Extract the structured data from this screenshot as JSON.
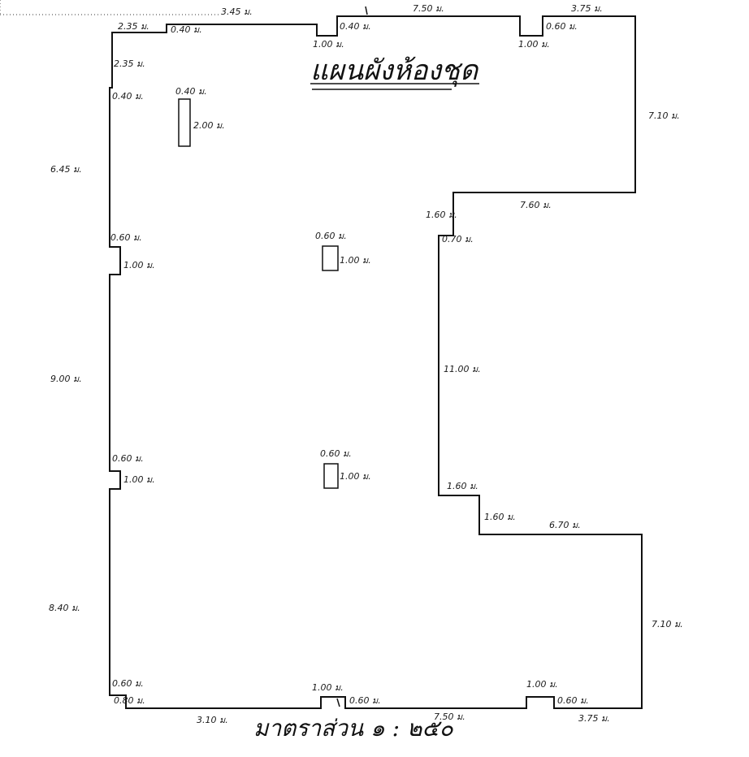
{
  "title": "แผนผังห้องชุด",
  "scale_label": "มาตราส่วน ๑ : ๒๕๐",
  "dimensions": {
    "top_a": "2.35 ม.",
    "top_b": "0.40 ม.",
    "top_c": "3.45 ม.",
    "top_d": "1.00 ม.",
    "top_e": "0.40 ม.",
    "top_f": "7.50 ม.",
    "top_g": "1.00 ม.",
    "top_h": "0.60 ม.",
    "top_i": "3.75 ม.",
    "left_a": "2.35 ม.",
    "left_b": "0.40 ม.",
    "left_c": "6.45 ม.",
    "left_d": "0.60 ม.",
    "left_e": "1.00 ม.",
    "left_f": "9.00 ม.",
    "left_g": "0.60 ม.",
    "left_h": "1.00 ม.",
    "left_i": "8.40 ม.",
    "left_j": "0.60 ม.",
    "left_k": "0.80 ม.",
    "col1_w": "0.40 ม.",
    "col1_h": "2.00 ม.",
    "col2_w": "0.60 ม.",
    "col2_h": "1.00 ม.",
    "col3_w": "0.60 ม.",
    "col3_h": "1.00 ม.",
    "right_a": "7.10 ม.",
    "notch_a": "7.60 ม.",
    "notch_b": "1.60 ม.",
    "notch_c": "0.70 ม.",
    "notch_d": "11.00 ม.",
    "notch_e": "1.60 ม.",
    "notch_f": "1.60 ม.",
    "notch_g": "6.70 ม.",
    "right_b": "7.10 ม.",
    "bot_a": "3.10 ม.",
    "bot_b": "1.00 ม.",
    "bot_c": "0.60 ม.",
    "bot_d": "7.50 ม.",
    "bot_e": "1.00 ม.",
    "bot_f": "0.60 ม.",
    "bot_g": "3.75 ม."
  }
}
